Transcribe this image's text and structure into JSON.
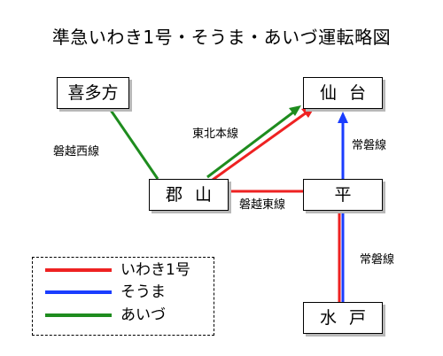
{
  "title": "準急いわき1号・そうま・あいづ運転略図",
  "stations": {
    "kitakata": "喜多方",
    "sendai": "仙台",
    "koriyama": "郡山",
    "taira": "平",
    "mito": "水戸"
  },
  "line_labels": {
    "banetsu_west": "磐越西線",
    "tohoku_main": "東北本線",
    "joban_upper": "常磐線",
    "banetsu_east": "磐越東線",
    "joban_lower": "常磐線"
  },
  "legend": [
    {
      "label": "いわき1号",
      "color": "#ee2222"
    },
    {
      "label": "そうま",
      "color": "#1a3dff"
    },
    {
      "label": "あいづ",
      "color": "#1e8c1e"
    }
  ],
  "colors": {
    "iwaki": "#ee2222",
    "souma": "#1a3dff",
    "aizu": "#1e8c1e"
  }
}
